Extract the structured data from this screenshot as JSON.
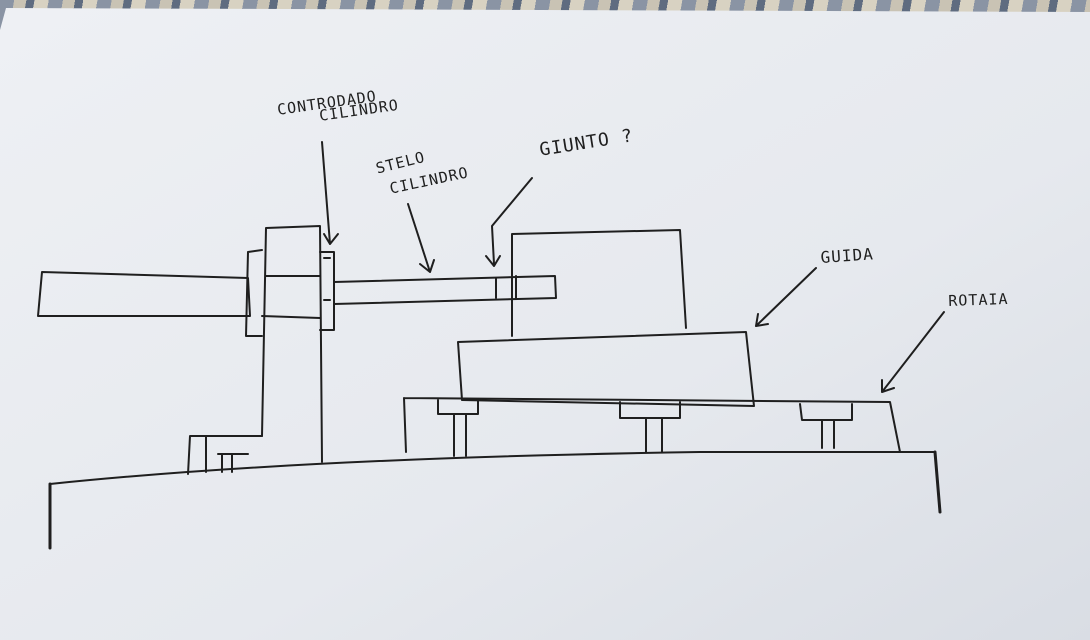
{
  "labels": {
    "controdado_line1": "CONTRODADO",
    "controdado_line2": "CILINDRO",
    "stelo_line1": "STELO",
    "stelo_line2": "CILINDRO",
    "giunto": "GIUNTO ?",
    "guida": "GUIDA",
    "rotaia": "ROTAIA"
  },
  "colors": {
    "ink": "#1f1f1f",
    "paper": "#e9ecf1",
    "background": "#6f7a86"
  }
}
